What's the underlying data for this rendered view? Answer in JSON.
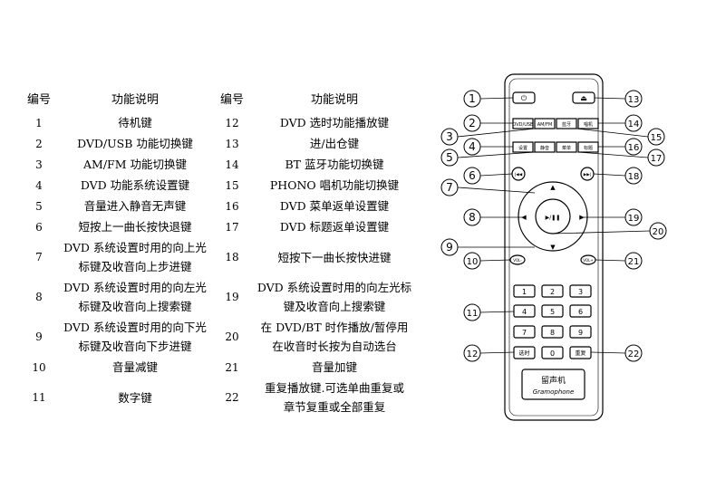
{
  "header": {
    "num": "编号",
    "desc": "功能说明"
  },
  "rows": [
    {
      "l_num": "1",
      "l_desc": "待机键",
      "r_num": "12",
      "r_desc": "DVD 选时功能播放键"
    },
    {
      "l_num": "2",
      "l_desc": "DVD/USB 功能切换键",
      "r_num": "13",
      "r_desc": "进/出仓键"
    },
    {
      "l_num": "3",
      "l_desc": "AM/FM 功能切换键",
      "r_num": "14",
      "r_desc": "BT 蓝牙功能切换键"
    },
    {
      "l_num": "4",
      "l_desc": "DVD 功能系统设置键",
      "r_num": "15",
      "r_desc": "PHONO 唱机功能切换键"
    },
    {
      "l_num": "5",
      "l_desc": "音量进入静音无声键",
      "r_num": "16",
      "r_desc": "DVD 菜单返单设置键"
    },
    {
      "l_num": "6",
      "l_desc": "短按上一曲长按快退键",
      "r_num": "17",
      "r_desc": "DVD 标题返单设置键"
    },
    {
      "l_num": "7",
      "l_desc": [
        "DVD 系统设置时用的向上光",
        "标键及收音向上步进键"
      ],
      "r_num": "18",
      "r_desc": "短按下一曲长按快进键"
    },
    {
      "l_num": "8",
      "l_desc": [
        "DVD 系统设置时用的向左光",
        "标键及收音向上搜索键"
      ],
      "r_num": "19",
      "r_desc": [
        "DVD 系统设置时用的向左光标",
        "键及收音向上搜索键"
      ]
    },
    {
      "l_num": "9",
      "l_desc": [
        "DVD 系统设置时用的向下光",
        "标键及收音向下步进键"
      ],
      "r_num": "20",
      "r_desc": [
        "在 DVD/BT 时作播放/暂停用",
        "在收音时长按为自动选台"
      ]
    },
    {
      "l_num": "10",
      "l_desc": "音量减键",
      "r_num": "21",
      "r_desc": "音量加键"
    },
    {
      "l_num": "11",
      "l_desc": "数字键",
      "r_num": "22",
      "r_desc": [
        "重复播放键.可选单曲重复或",
        "章节复重或全部重复"
      ]
    }
  ],
  "remote": {
    "buttons": {
      "dvd_usb": "DVD/USB",
      "am_fm": "AM/FM",
      "bt": "蓝牙",
      "phono": "唱机",
      "setup": "设置",
      "mute": "静音",
      "menu": "菜单",
      "title": "标题",
      "prev": "|◀◀",
      "next": "▶▶|",
      "vol_down": "VOL-",
      "vol_up": "VOL+",
      "center": "▶/❚❚",
      "up": "▲",
      "down": "▼",
      "left": "◀",
      "right": "▶",
      "digits": [
        "1",
        "2",
        "3",
        "4",
        "5",
        "6",
        "7",
        "8",
        "9"
      ],
      "time": "选时",
      "zero": "0",
      "repeat": "重复",
      "power_icon": "⏻",
      "eject_icon": "⏏"
    },
    "brand_cn": "留声机",
    "brand_en": "Gramophone",
    "callouts": [
      "1",
      "2",
      "3",
      "4",
      "5",
      "6",
      "7",
      "8",
      "9",
      "10",
      "11",
      "12",
      "13",
      "14",
      "15",
      "16",
      "17",
      "18",
      "19",
      "20",
      "21",
      "22"
    ]
  }
}
